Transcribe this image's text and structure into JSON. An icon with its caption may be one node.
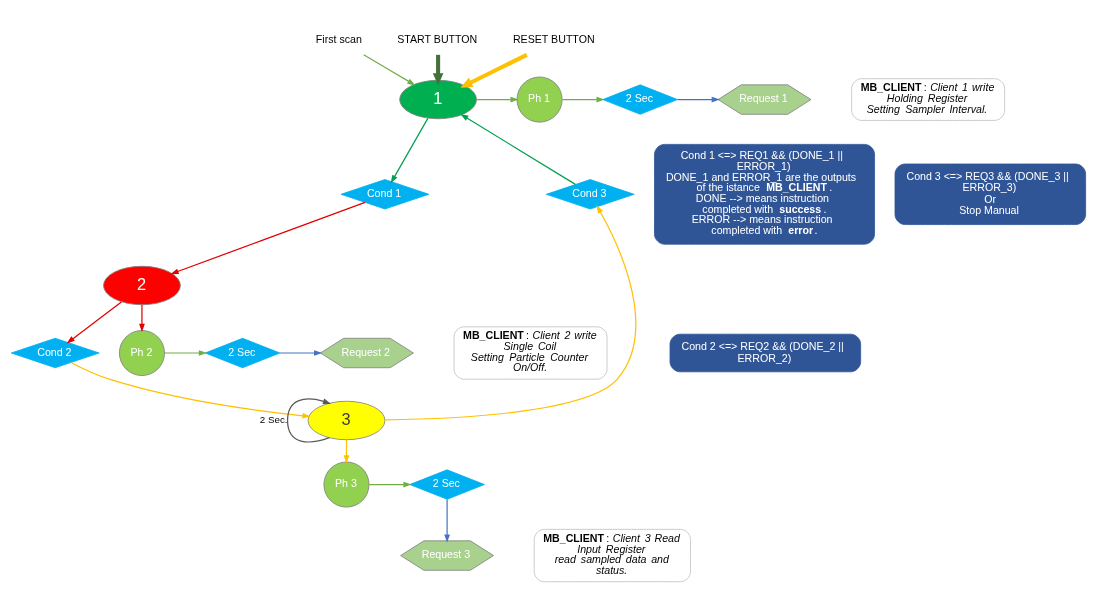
{
  "diagram": {
    "nodes": [
      {
        "text": [
          "First scan"
        ]
      },
      {
        "text": [
          "START BUTTON"
        ]
      },
      {
        "text": [
          "RESET BUTTON"
        ]
      },
      {
        "text": [
          "1"
        ]
      },
      {
        "text": [
          "Ph 1"
        ]
      },
      {
        "text": [
          "2 Sec"
        ]
      },
      {
        "text": [
          "Request 1"
        ]
      },
      {
        "text": [
          "**MB_CLIENT**: *Client 1 write Holding Register*",
          "Setting Sampler Interval."
        ]
      },
      {
        "text": [
          "Cond 1"
        ]
      },
      {
        "text": [
          "Cond 1 <=> REQ1 && (DONE_1 || ERROR_1)",
          "DONE_1 and ERROR_1 are the outputs of the istance **MB_CLIENT**.",
          "DONE --> means instruction completed with **success**.",
          "ERROR --> means instruction completed with **error**."
        ]
      },
      {
        "text": [
          "2"
        ]
      },
      {
        "text": [
          "Cond 2"
        ]
      },
      {
        "text": [
          "Ph 2"
        ]
      },
      {
        "text": [
          "2 Sec"
        ]
      },
      {
        "text": [
          "Request 2"
        ]
      },
      {
        "text": [
          "**MB_CLIENT**: *Client 2 write Single Coil*",
          "Setting Particle Counter On/Off."
        ]
      },
      {
        "text": [
          "Cond 2 <=> REQ2 && (DONE_2 || ERROR_2)"
        ]
      },
      {
        "text": [
          "3"
        ]
      },
      {
        "text": [
          "Cond 3"
        ]
      },
      {
        "text": [
          "Cond 3 <=> REQ3 && (DONE_3 || ERROR_3)",
          "Or",
          "Stop Manual"
        ]
      },
      {
        "text": [
          "Ph 3"
        ]
      },
      {
        "text": [
          "2 Sec"
        ]
      },
      {
        "text": [
          "Request 3"
        ]
      },
      {
        "text": [
          "**MB_CLIENT**: *Client 3 Read Input Register*",
          "read sampled data and status."
        ]
      }
    ],
    "edges": [
      {
        "from": 0,
        "to": 3,
        "arrow": "to"
      },
      {
        "from": 1,
        "to": 3,
        "arrow": "to",
        "style": "thick",
        "color": "#44703a"
      },
      {
        "from": 2,
        "to": 3,
        "arrow": "to",
        "style": "thick",
        "color": "#ffc000"
      },
      {
        "from": 3,
        "to": 4,
        "arrow": "to"
      },
      {
        "from": 4,
        "to": 5,
        "arrow": "to"
      },
      {
        "from": 5,
        "to": 6,
        "arrow": "to",
        "color": "#4472c4"
      },
      {
        "from": 3,
        "to": 8,
        "arrow": "to",
        "color": "#00a050"
      },
      {
        "from": 8,
        "to": 10,
        "arrow": "to",
        "color": "#e00000"
      },
      {
        "from": 10,
        "to": 11,
        "arrow": "to",
        "color": "#e00000"
      },
      {
        "from": 10,
        "to": 12,
        "arrow": "to",
        "color": "#e00000"
      },
      {
        "from": 12,
        "to": 13,
        "arrow": "to"
      },
      {
        "from": 13,
        "to": 14,
        "arrow": "to",
        "color": "#4472c4"
      },
      {
        "from": 11,
        "to": 17,
        "arrow": "to",
        "color": "#ffc000"
      },
      {
        "from": 17,
        "to": 18,
        "arrow": "to",
        "color": "#ffc000"
      },
      {
        "from": 18,
        "to": 3,
        "arrow": "to",
        "color": "#00a050"
      },
      {
        "from": 17,
        "to": 17,
        "arrow": "to",
        "label": "2 Sec.",
        "color": "#595959"
      },
      {
        "from": 17,
        "to": 20,
        "arrow": "to",
        "color": "#ffc000"
      },
      {
        "from": 20,
        "to": 21,
        "arrow": "to"
      },
      {
        "from": 21,
        "to": 22,
        "arrow": "to",
        "color": "#4472c4"
      }
    ]
  }
}
